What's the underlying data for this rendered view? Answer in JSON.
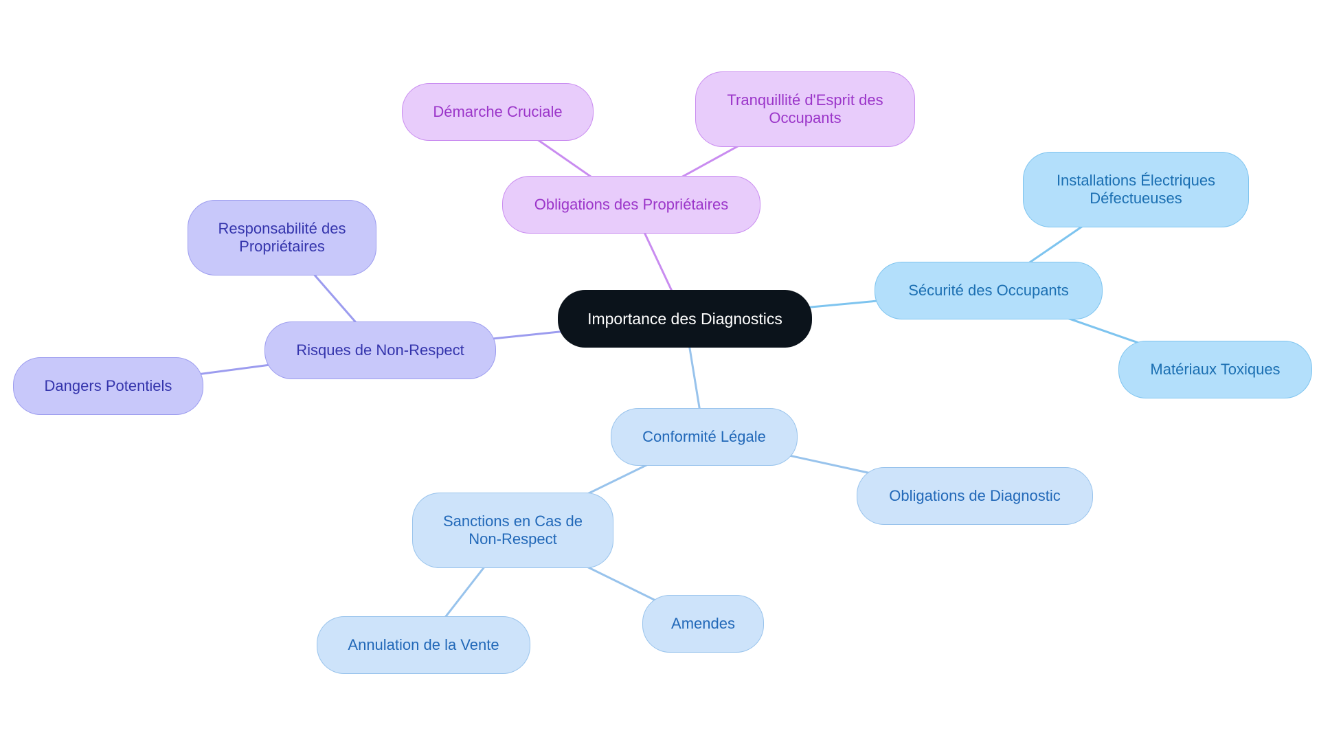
{
  "root": {
    "id": "root",
    "label": "Importance des Diagnostics",
    "color": {
      "fill": "#0b131b",
      "stroke": "#0b131b",
      "text": "#ffffff"
    }
  },
  "branches": [
    {
      "id": "obligations-proprietaires",
      "label": "Obligations des Propriétaires",
      "color": {
        "fill": "#e8ccfb",
        "stroke": "#c98cf0",
        "text": "#9b35c9",
        "edge": "#c98cf0"
      },
      "children": [
        {
          "id": "demarche-cruciale",
          "label": "Démarche Cruciale"
        },
        {
          "id": "tranquillite",
          "label": "Tranquillité d'Esprit des\nOccupants"
        }
      ]
    },
    {
      "id": "securite-occupants",
      "label": "Sécurité des Occupants",
      "color": {
        "fill": "#b3dffb",
        "stroke": "#7ec4ef",
        "text": "#1b6fb2",
        "edge": "#7ec4ef"
      },
      "children": [
        {
          "id": "installations-electriques",
          "label": "Installations Électriques\nDéfectueuses"
        },
        {
          "id": "materiaux-toxiques",
          "label": "Matériaux Toxiques"
        }
      ]
    },
    {
      "id": "risques-non-respect",
      "label": "Risques de Non-Respect",
      "color": {
        "fill": "#c8c8fa",
        "stroke": "#9c9cef",
        "text": "#3434ac",
        "edge": "#9c9cef"
      },
      "children": [
        {
          "id": "responsabilite",
          "label": "Responsabilité des\nPropriétaires"
        },
        {
          "id": "dangers-potentiels",
          "label": "Dangers Potentiels"
        }
      ]
    },
    {
      "id": "conformite-legale",
      "label": "Conformité Légale",
      "color": {
        "fill": "#cde3fa",
        "stroke": "#98c3ec",
        "text": "#2168b8",
        "edge": "#98c3ec"
      },
      "children": [
        {
          "id": "obligations-diagnostic",
          "label": "Obligations de Diagnostic"
        },
        {
          "id": "sanctions",
          "label": "Sanctions en Cas de\nNon-Respect",
          "children": [
            {
              "id": "annulation-vente",
              "label": "Annulation de la Vente"
            },
            {
              "id": "amendes",
              "label": "Amendes"
            }
          ]
        }
      ]
    }
  ]
}
